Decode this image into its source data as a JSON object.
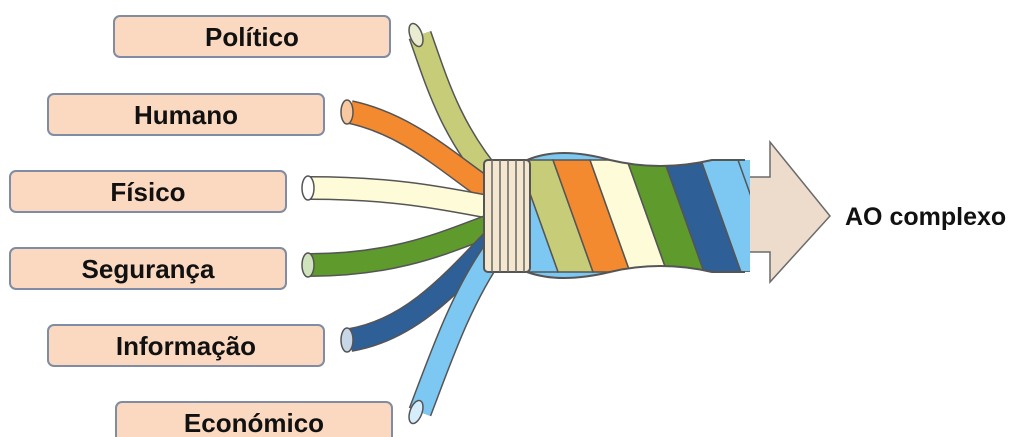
{
  "factors": [
    {
      "label": "Político",
      "color": "#c7cc78"
    },
    {
      "label": "Humano",
      "color": "#f48a30"
    },
    {
      "label": "Físico",
      "color": "#fdfbd8"
    },
    {
      "label": "Segurança",
      "color": "#5e9a2c"
    },
    {
      "label": "Informação",
      "color": "#2e5f96"
    },
    {
      "label": "Económico",
      "color": "#7cc8f2"
    }
  ],
  "result": {
    "label": "AO complexo",
    "arrow_color": "#eddccb"
  },
  "colors": {
    "box_fill": "#fbd9c1",
    "box_stroke": "#7f8ca3",
    "wrap_fill": "#f4e6cf"
  }
}
